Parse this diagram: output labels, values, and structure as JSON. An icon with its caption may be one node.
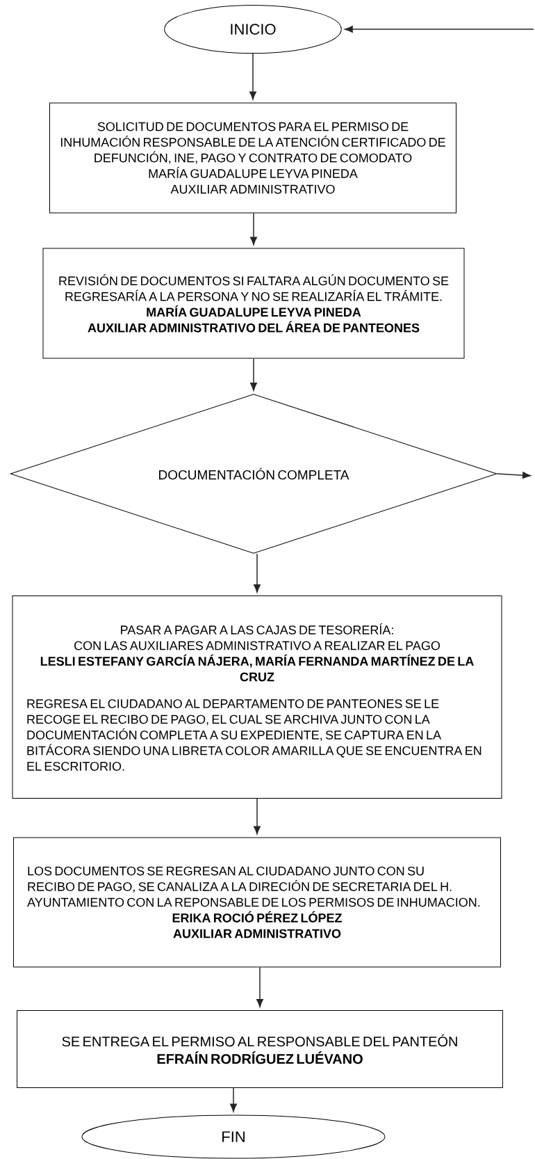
{
  "diagram": {
    "nodes": [
      {
        "text": [
          "INICIO"
        ]
      },
      {
        "text": [
          "SOLICITUD DE DOCUMENTOS PARA EL PERMISO DE INHUMACIÓN RESPONSABLE DE LA ATENCIÓN CERTIFICADO DE DEFUNCIÓN, INE, PAGO Y CONTRATO DE COMODATO",
          "MARÍA GUADALUPE LEYVA PINEDA",
          "AUXILIAR ADMINISTRATIVO"
        ]
      },
      {
        "text": [
          "REVISIÓN DE DOCUMENTOS SI FALTARA ALGÚN DOCUMENTO SE REGRESARÍA A LA PERSONA Y NO SE REALIZARÍA EL TRÁMITE.",
          "MARÍA GUADALUPE LEYVA PINEDA",
          "AUXILIAR ADMINISTRATIVO DEL ÁREA DE PANTEONES"
        ]
      },
      {
        "text": [
          "DOCUMENTACIÓN COMPLETA"
        ]
      },
      {
        "text": [
          "PASAR A PAGAR A LAS CAJAS DE TESORERÍA:",
          "CON LAS AUXILIARES ADMINISTRATIVO A REALIZAR EL PAGO",
          "LESLI ESTEFANY GARCÍA NÁJERA, MARÍA FERNANDA MARTÍNEZ DE LA CRUZ",
          "REGRESA EL CIUDADANO AL DEPARTAMENTO DE PANTEONES SE LE RECOGE EL RECIBO DE PAGO, EL CUAL SE ARCHIVA JUNTO CON LA DOCUMENTACIÓN COMPLETA A SU EXPEDIENTE, SE CAPTURA EN LA BITÁCORA SIENDO UNA LIBRETA COLOR AMARILLA QUE SE ENCUENTRA EN EL ESCRITORIO."
        ]
      },
      {
        "text": [
          "LOS DOCUMENTOS SE REGRESAN AL CIUDADANO JUNTO CON SU RECIBO DE PAGO, SE CANALIZA A LA DIRECIÓN DE SECRETARIA DEL H. AYUNTAMIENTO CON LA REPONSABLE DE LOS PERMISOS DE INHUMACION.",
          "ERIKA ROCIÓ PÉREZ LÓPEZ",
          "AUXILIAR ADMINISTRATIVO"
        ]
      },
      {
        "text": [
          "SE ENTREGA EL PERMISO AL RESPONSABLE DEL PANTEÓN",
          "EFRAÍN RODRÍGUEZ LUÉVANO"
        ]
      },
      {
        "text": [
          "FIN"
        ]
      }
    ],
    "edges": [
      {
        "from": null,
        "to": 0,
        "arrow": "to"
      },
      {
        "from": 0,
        "to": 1,
        "arrow": "to"
      },
      {
        "from": 1,
        "to": 2,
        "arrow": "to"
      },
      {
        "from": 2,
        "to": 3,
        "arrow": "to"
      },
      {
        "from": 3,
        "to": 4,
        "arrow": "to"
      },
      {
        "from": 4,
        "to": 5,
        "arrow": "to"
      },
      {
        "from": 5,
        "to": 6,
        "arrow": "to"
      },
      {
        "from": 6,
        "to": 7,
        "arrow": "to"
      },
      {
        "from": 3,
        "to": null,
        "arrow": "to"
      }
    ]
  }
}
